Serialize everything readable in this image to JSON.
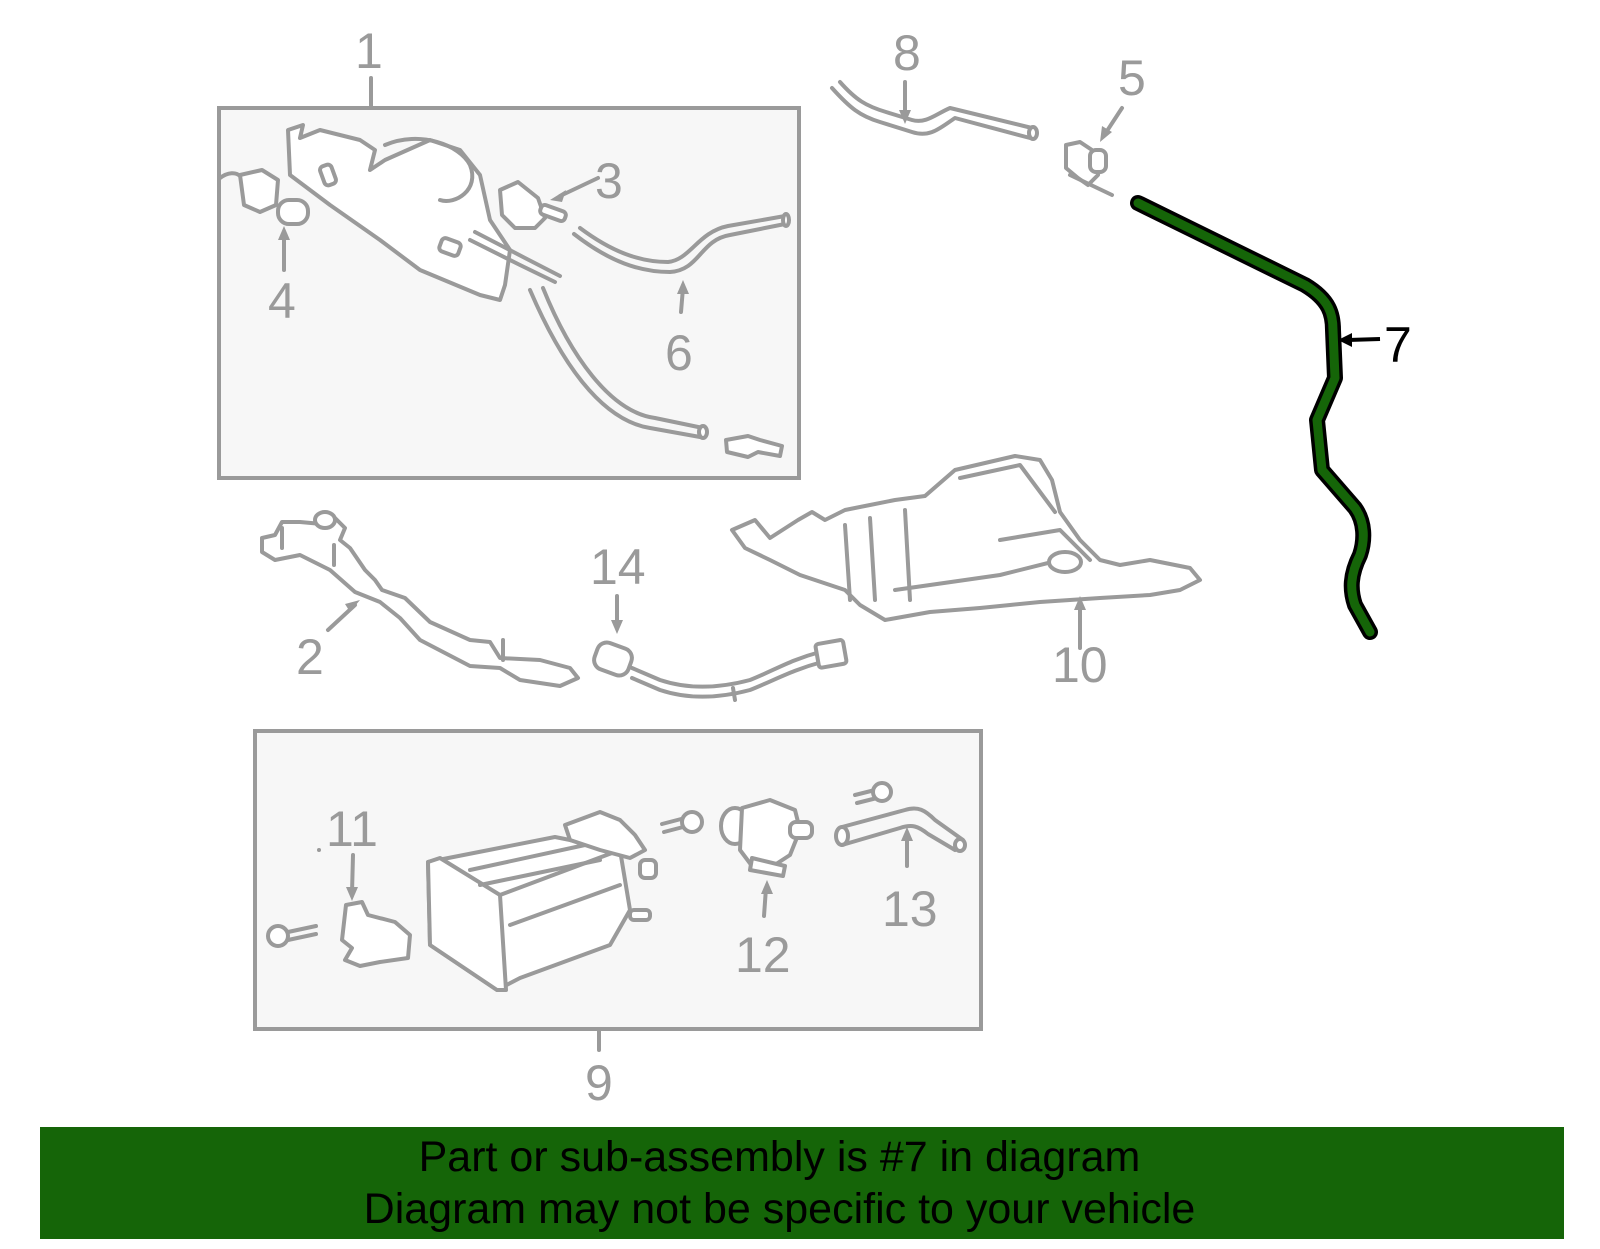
{
  "diagram": {
    "highlight_color": "#156508",
    "part_color": "#9a9a9a",
    "callouts": [
      {
        "id": "1",
        "label": "1",
        "description": "assembly box (upper)"
      },
      {
        "id": "2",
        "label": "2"
      },
      {
        "id": "3",
        "label": "3"
      },
      {
        "id": "4",
        "label": "4"
      },
      {
        "id": "5",
        "label": "5"
      },
      {
        "id": "6",
        "label": "6"
      },
      {
        "id": "7",
        "label": "7",
        "highlighted": true
      },
      {
        "id": "8",
        "label": "8"
      },
      {
        "id": "9",
        "label": "9",
        "description": "assembly box (lower)"
      },
      {
        "id": "10",
        "label": "10"
      },
      {
        "id": "11",
        "label": "11"
      },
      {
        "id": "12",
        "label": "12"
      },
      {
        "id": "13",
        "label": "13"
      },
      {
        "id": "14",
        "label": "14"
      }
    ]
  },
  "banner": {
    "line1": "Part or sub-assembly is #7 in diagram",
    "line2": "Diagram may not be specific to your vehicle",
    "background": "#156508"
  }
}
